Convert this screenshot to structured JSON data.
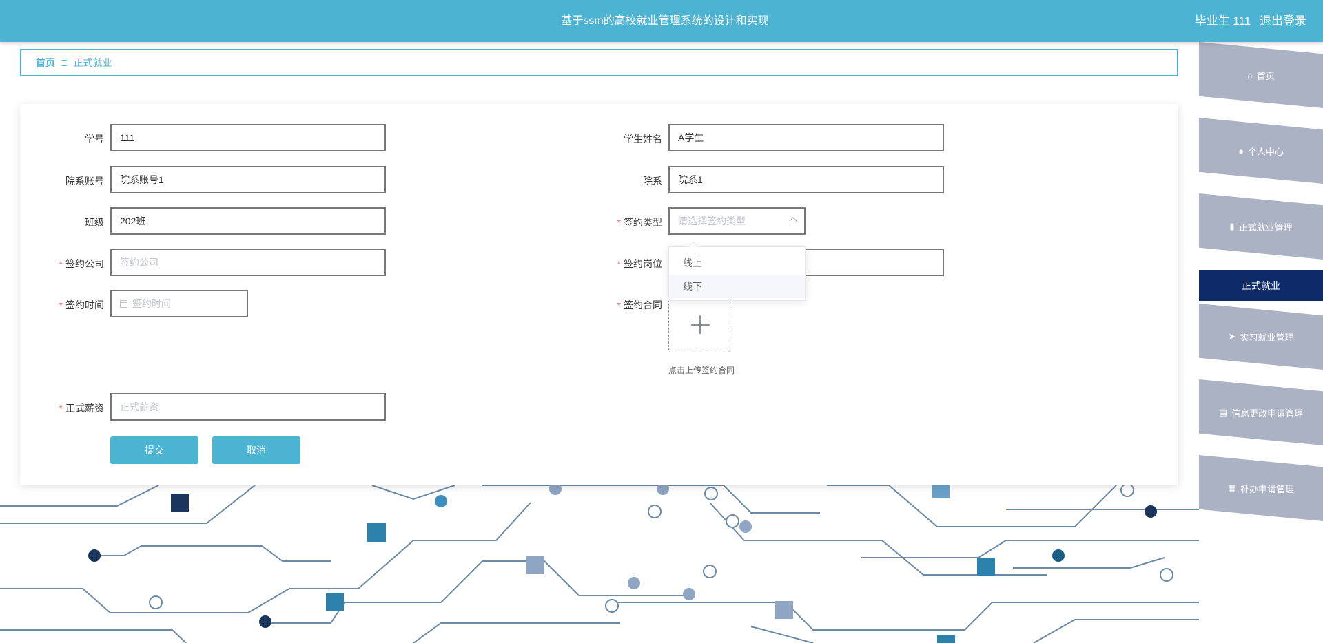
{
  "header": {
    "title": "基于ssm的高校就业管理系统的设计和实现",
    "user": "毕业生 111",
    "logout": "退出登录"
  },
  "breadcrumb": {
    "home": "首页",
    "separator": "Ξ",
    "current": "正式就业"
  },
  "form": {
    "student_no_label": "学号",
    "student_no_value": "111",
    "student_name_label": "学生姓名",
    "student_name_value": "A学生",
    "dept_account_label": "院系账号",
    "dept_account_value": "院系账号1",
    "dept_label": "院系",
    "dept_value": "院系1",
    "class_label": "班级",
    "class_value": "202班",
    "sign_type_label": "签约类型",
    "sign_type_placeholder": "请选择签约类型",
    "sign_company_label": "签约公司",
    "sign_company_placeholder": "签约公司",
    "sign_position_label": "签约岗位",
    "sign_time_label": "签约时间",
    "sign_time_placeholder": "签约时间",
    "sign_contract_label": "签约合同",
    "upload_tip": "点击上传签约合同",
    "salary_label": "正式薪资",
    "salary_placeholder": "正式薪资",
    "required_mark": "*",
    "submit": "提交",
    "cancel": "取消"
  },
  "dropdown": {
    "options": [
      "线上",
      "线下"
    ],
    "hovered_index": 1
  },
  "sidebar": {
    "items": [
      {
        "label": "首页",
        "icon": "home-icon"
      },
      {
        "label": "个人中心",
        "icon": "user-icon"
      },
      {
        "label": "正式就业管理",
        "icon": "flag-icon"
      },
      {
        "label": "实习就业管理",
        "icon": "send-icon"
      },
      {
        "label": "信息更改申请管理",
        "icon": "clipboard-icon"
      },
      {
        "label": "补办申请管理",
        "icon": "grid-icon"
      }
    ],
    "active_sub": "正式就业"
  },
  "colors": {
    "accent": "#4db3d3",
    "sidebar_item": "#a7aec0",
    "sidebar_active": "#0f2a68",
    "required": "#f56c6c"
  }
}
